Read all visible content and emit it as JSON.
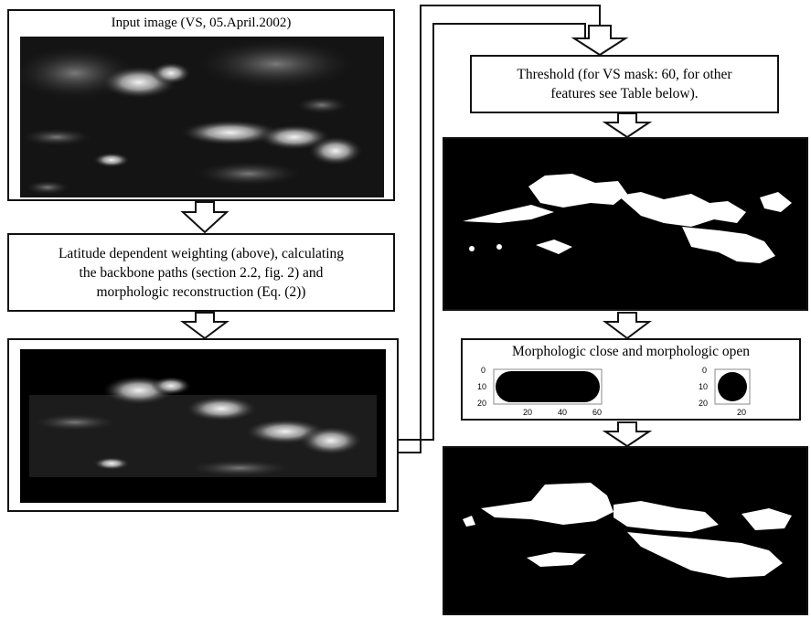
{
  "panels": {
    "input": {
      "title": "Input image (VS, 05.April.2002)"
    },
    "weighting": {
      "text": "Latitude dependent weighting (above), calculating\nthe backbone paths (section 2.2, fig. 2) and\nmorphologic reconstruction (Eq. (2))"
    },
    "threshold": {
      "text": "Threshold (for VS mask: 60, for other\nfeatures see Table below)."
    },
    "morph": {
      "title": "Morphologic close and morphologic open",
      "close_se": {
        "y_ticks": [
          "0",
          "10",
          "20"
        ],
        "x_ticks": [
          "20",
          "40",
          "60"
        ]
      },
      "open_se": {
        "y_ticks": [
          "0",
          "10",
          "20"
        ],
        "x_ticks": [
          "20"
        ]
      }
    }
  },
  "colors": {
    "stroke": "#111111",
    "image_bg": "#000000",
    "cloud": "#ffffff"
  }
}
